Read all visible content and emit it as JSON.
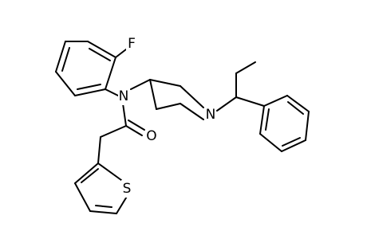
{
  "structure": {
    "atom_labels": {
      "fluorine": "F",
      "amide_nitrogen": "N",
      "piperidine_nitrogen": "N",
      "carbonyl_oxygen": "O",
      "thiophene_sulfur": "S"
    }
  },
  "colors": {
    "background": "#ffffff",
    "bonds": "#000000",
    "labels": "#000000"
  }
}
